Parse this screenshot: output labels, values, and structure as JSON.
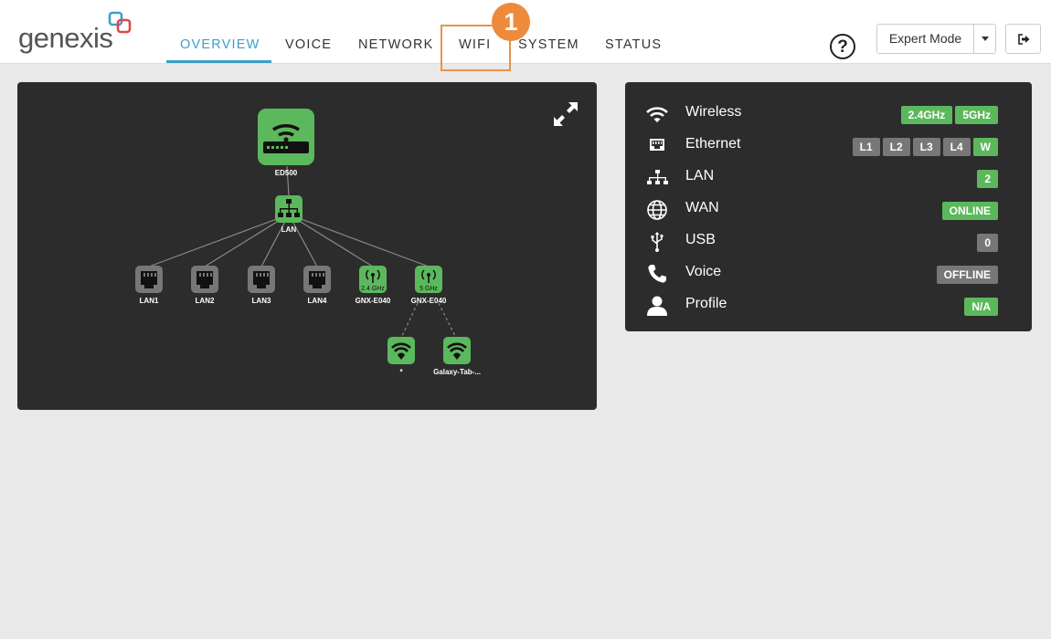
{
  "header": {
    "logo_text": "genexis",
    "nav": [
      {
        "label": "OVERVIEW",
        "active": true
      },
      {
        "label": "VOICE",
        "active": false
      },
      {
        "label": "NETWORK",
        "active": false
      },
      {
        "label": "WIFI",
        "active": false
      },
      {
        "label": "SYSTEM",
        "active": false
      },
      {
        "label": "STATUS",
        "active": false
      }
    ],
    "annotation_badge": "1",
    "help_symbol": "?",
    "mode_select": "Expert Mode",
    "colors": {
      "accent": "#3aa0c8",
      "highlight": "#e8934a"
    }
  },
  "topology": {
    "router": "ED500",
    "switch": "LAN",
    "ports": [
      {
        "label": "LAN1",
        "kind": "ethernet",
        "status": "inactive"
      },
      {
        "label": "LAN2",
        "kind": "ethernet",
        "status": "inactive"
      },
      {
        "label": "LAN3",
        "kind": "ethernet",
        "status": "inactive"
      },
      {
        "label": "LAN4",
        "kind": "ethernet",
        "status": "inactive"
      },
      {
        "label": "GNX-E040",
        "kind": "radio",
        "band": "2.4 GHz",
        "status": "active"
      },
      {
        "label": "GNX-E040",
        "kind": "radio",
        "band": "5 GHz",
        "status": "active"
      }
    ],
    "clients": [
      {
        "label": "*"
      },
      {
        "label": "Galaxy-Tab-..."
      }
    ],
    "colors": {
      "active": "#5cb85c",
      "inactive": "#777777",
      "panel": "#2c2c2c"
    }
  },
  "status": [
    {
      "name": "Wireless",
      "icon": "wifi-icon",
      "pills": [
        {
          "text": "2.4GHz",
          "color": "green"
        },
        {
          "text": "5GHz",
          "color": "green"
        }
      ]
    },
    {
      "name": "Ethernet",
      "icon": "ethernet-port-icon",
      "pills": [
        {
          "text": "L1",
          "color": "gray"
        },
        {
          "text": "L2",
          "color": "gray"
        },
        {
          "text": "L3",
          "color": "gray"
        },
        {
          "text": "L4",
          "color": "gray"
        },
        {
          "text": "W",
          "color": "green"
        }
      ]
    },
    {
      "name": "LAN",
      "icon": "network-tree-icon",
      "pills": [
        {
          "text": "2",
          "color": "green"
        }
      ]
    },
    {
      "name": "WAN",
      "icon": "globe-icon",
      "pills": [
        {
          "text": "ONLINE",
          "color": "green"
        }
      ]
    },
    {
      "name": "USB",
      "icon": "usb-icon",
      "pills": [
        {
          "text": "0",
          "color": "gray"
        }
      ]
    },
    {
      "name": "Voice",
      "icon": "phone-icon",
      "pills": [
        {
          "text": "OFFLINE",
          "color": "gray"
        }
      ]
    },
    {
      "name": "Profile",
      "icon": "user-icon",
      "pills": [
        {
          "text": "N/A",
          "color": "green"
        }
      ]
    }
  ]
}
